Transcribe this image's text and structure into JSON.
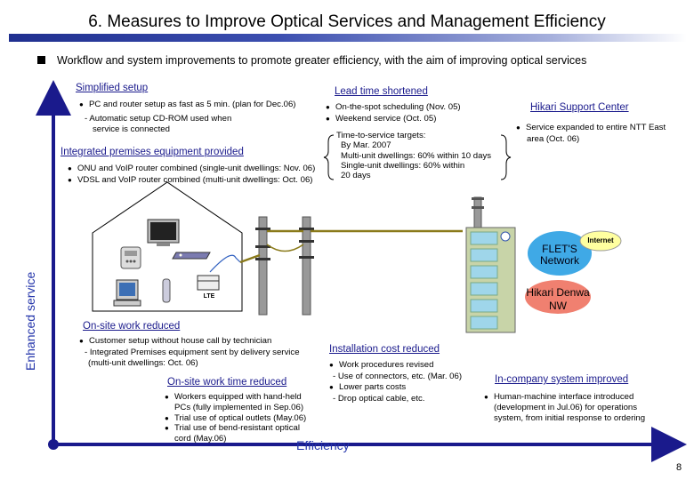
{
  "title": "6. Measures to Improve Optical Services and Management Efficiency",
  "subtitle": "Workflow and system improvements to promote greater efficiency, with the aim of improving optical services",
  "axes": {
    "y_label": "Enhanced service",
    "x_label": "Efficiency"
  },
  "page_number": "8",
  "simplified_setup": {
    "heading": "Simplified setup",
    "bullet": "PC and router setup as fast as 5 min. (plan for Dec.06)",
    "sub": "- Automatic setup CD-ROM used when",
    "sub2": "service is connected"
  },
  "integrated": {
    "heading": "Integrated premises equipment provided",
    "b1": "ONU and VoIP router combined (single-unit dwellings: Nov. 06)",
    "b2": "VDSL and VoIP router combined (multi-unit dwellings: Oct. 06)"
  },
  "lead_time": {
    "heading": "Lead time shortened",
    "b1": "On-the-spot scheduling (Nov. 05)",
    "b2": "Weekend service (Oct. 05)",
    "targets_intro": "Time-to-service targets:",
    "t1": "By Mar. 2007",
    "t2": "Multi-unit dwellings: 60% within 10 days",
    "t3": "Single-unit dwellings: 60% within",
    "t4": "20 days"
  },
  "hikari_center": {
    "heading": "Hikari Support Center",
    "b1": "Service expanded to entire NTT East",
    "b1b": "area (Oct. 06)"
  },
  "network": {
    "flets_1": "FLET'S",
    "flets_2": "Network",
    "internet": "Internet",
    "denwa_1": "Hikari Denwa",
    "denwa_2": "NW",
    "lte_label": "LTE"
  },
  "onsite_reduced": {
    "heading": "On-site work reduced",
    "b1": "Customer setup without house call by technician",
    "sub1": "- Integrated Premises equipment sent by delivery service",
    "sub2": "(multi-unit dwellings: Oct. 06)"
  },
  "onsite_time": {
    "heading": "On-site work time reduced",
    "b1": "Workers equipped with hand-held",
    "b1b": "PCs (fully implemented in Sep.06)",
    "b2": "Trial use of optical outlets (May.06)",
    "b3": "Trial use of bend-resistant optical",
    "b3b": "cord (May.06)"
  },
  "install_cost": {
    "heading": "Installation cost reduced",
    "b1": "Work procedures revised",
    "sub1": "- Use of connectors, etc. (Mar. 06)",
    "b2": "Lower parts costs",
    "sub2": "- Drop optical cable, etc."
  },
  "in_company": {
    "heading": "In-company system improved",
    "b1": "Human-machine interface introduced",
    "b1b": "(development in Jul.06) for operations",
    "b1c": "system, from initial response to ordering"
  },
  "colors": {
    "axis": "#1a1a8c",
    "cable": "#8a7a1a",
    "flets": "#3fa9e6",
    "denwa": "#f08070",
    "internet": "#ffffa0"
  }
}
